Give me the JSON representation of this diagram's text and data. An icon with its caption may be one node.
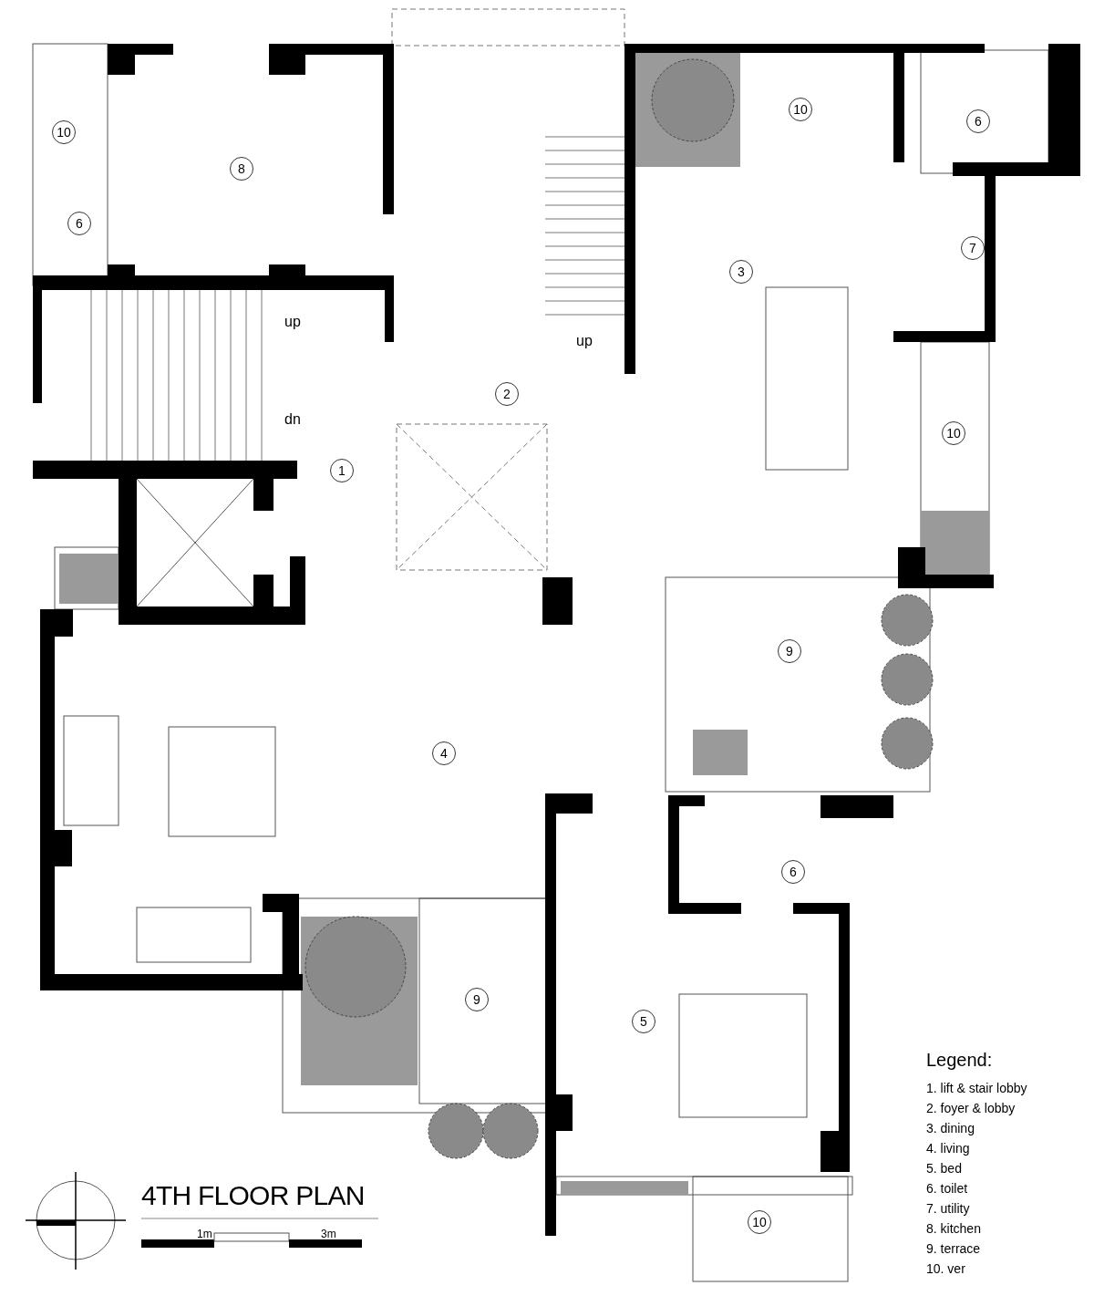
{
  "diagram": {
    "title": "4TH FLOOR PLAN",
    "nodes": [
      {
        "text": [
          "10"
        ]
      },
      {
        "text": [
          "8"
        ]
      },
      {
        "text": [
          "10"
        ]
      },
      {
        "text": [
          "6"
        ]
      },
      {
        "text": [
          "6"
        ]
      },
      {
        "text": [
          "7"
        ]
      },
      {
        "text": [
          "3"
        ]
      },
      {
        "text": [
          "2"
        ]
      },
      {
        "text": [
          "10"
        ]
      },
      {
        "text": [
          "1"
        ]
      },
      {
        "text": [
          "9"
        ]
      },
      {
        "text": [
          "4"
        ]
      },
      {
        "text": [
          "6"
        ]
      },
      {
        "text": [
          "9"
        ]
      },
      {
        "text": [
          "5"
        ]
      },
      {
        "text": [
          "10"
        ]
      }
    ],
    "labels": [
      "up",
      "up",
      "dn",
      "Legend:",
      "1. lift & stair lobby",
      "2. foyer & lobby",
      "3. dining",
      "4. living",
      "5. bed",
      "6. toilet",
      "7. utility",
      "8. kitchen",
      "9. terrace",
      "10. ver",
      "1m",
      "3m"
    ]
  }
}
